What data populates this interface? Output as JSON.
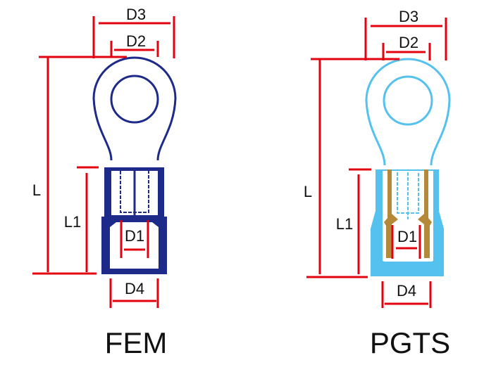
{
  "terminals": [
    {
      "name": "FEM",
      "color": "#1e2a8a",
      "labels": {
        "d1": "D1",
        "d2": "D2",
        "d3": "D3",
        "d4": "D4",
        "l": "L",
        "l1": "L1"
      }
    },
    {
      "name": "PGTS",
      "color": "#55c1ef",
      "crimp_color": "#b5893a",
      "labels": {
        "d1": "D1",
        "d2": "D2",
        "d3": "D3",
        "d4": "D4",
        "l": "L",
        "l1": "L1"
      }
    }
  ],
  "dimension_color": "#e3000f"
}
